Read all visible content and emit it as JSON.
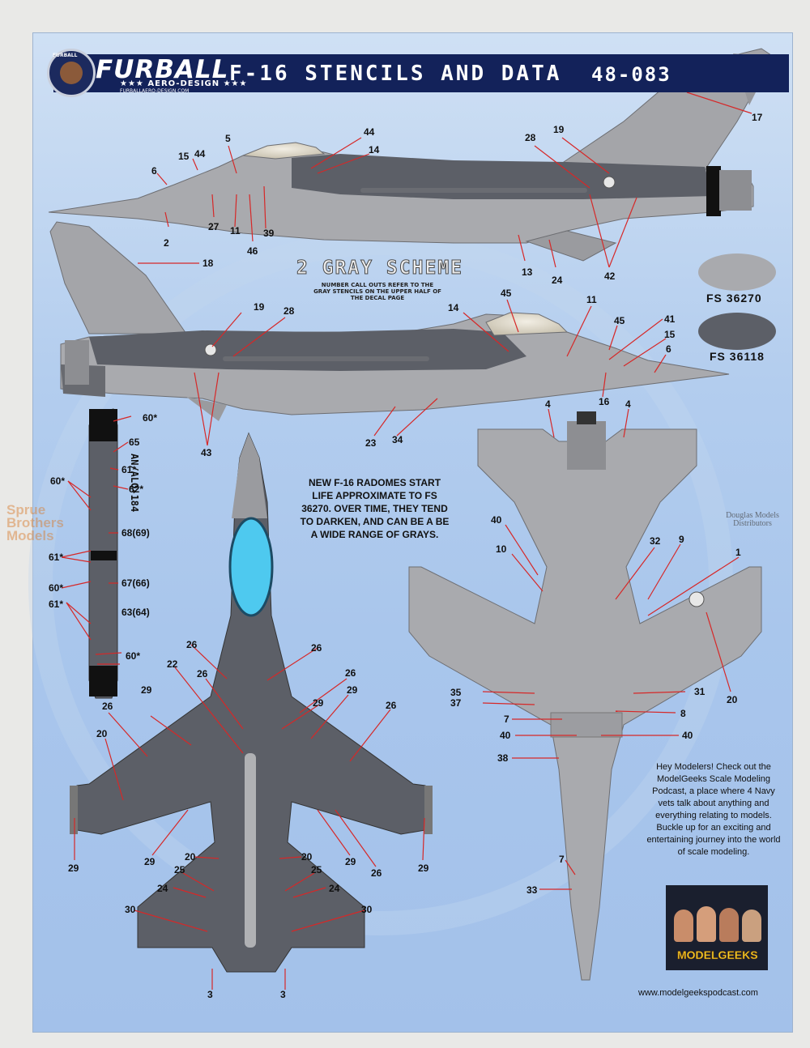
{
  "header": {
    "brand_name": "FURBALL",
    "brand_sub": "★★★ AERO-DESIGN ★★★",
    "brand_url": "FURBALLAERO-DESIGN.COM",
    "logo_text": "FURBALL",
    "title": "F-16 STENCILS AND DATA",
    "code": "48-083"
  },
  "scheme": {
    "title": "2 GRAY SCHEME",
    "note": "NUMBER CALL OUTS REFER TO THE GRAY STENCILS ON THE UPPER HALF OF THE DECAL PAGE"
  },
  "swatches": [
    {
      "label": "FS 36270",
      "color": "#a9aaae"
    },
    {
      "label": "FS 36118",
      "color": "#5c5f67"
    }
  ],
  "radome_note": "NEW F-16 RADOMES START LIFE APPROXIMATE TO FS 36270. OVER TIME, THEY TEND TO DARKEN, AND CAN BE A BE A WIDE RANGE OF GRAYS.",
  "pod_title": "AN/ALQ-184",
  "promo": "Hey Modelers! Check out the ModelGeeks Scale Modeling Podcast, a place where 4 Navy vets talk about anything and everything relating to models. Buckle up for an exciting and entertaining journey into the world of scale modeling.",
  "podcast_label": "MODELGEEKS",
  "podcast_url": "www.modelgeekspodcast.com",
  "watermark_left": "Sprue Brothers Models",
  "watermark_right": "Douglas Models Distributors",
  "colors": {
    "banner": "#13225a",
    "light_gray": "#a9aaae",
    "dark_gray": "#5c5f67",
    "callout": "#d62828",
    "background": "#b3cdee"
  },
  "callouts": [
    "17",
    "19",
    "28",
    "44",
    "5",
    "14",
    "15",
    "44",
    "6",
    "27",
    "11",
    "39",
    "46",
    "2",
    "13",
    "24",
    "42",
    "18",
    "45",
    "11",
    "19",
    "28",
    "14",
    "41",
    "45",
    "15",
    "6",
    "16",
    "43",
    "23",
    "34",
    "60*",
    "65",
    "61*",
    "62*",
    "60*",
    "68(69)",
    "61*",
    "67(66)",
    "60*",
    "61*",
    "63(64)",
    "60*",
    "4",
    "4",
    "40",
    "10",
    "32",
    "9",
    "1",
    "20",
    "35",
    "37",
    "31",
    "7",
    "8",
    "40",
    "40",
    "38",
    "7",
    "33",
    "26",
    "26",
    "26",
    "22",
    "26",
    "29",
    "29",
    "26",
    "29",
    "26",
    "20",
    "29",
    "29",
    "29",
    "26",
    "29",
    "20",
    "20",
    "25",
    "25",
    "24",
    "24",
    "30",
    "30",
    "3",
    "3"
  ]
}
